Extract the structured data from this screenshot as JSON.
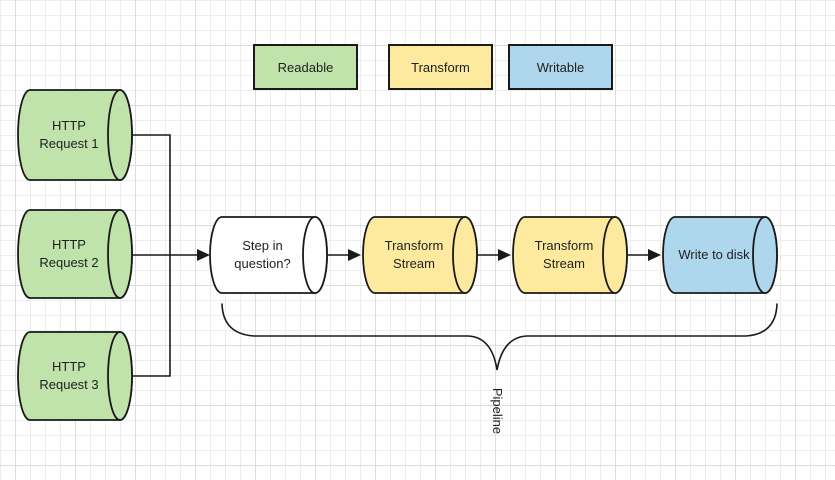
{
  "diagram": {
    "legend": {
      "items": {
        "readable": {
          "label": "Readable"
        },
        "transform": {
          "label": "Transform"
        },
        "writable": {
          "label": "Writable"
        }
      }
    },
    "nodes": {
      "http1": {
        "label": "HTTP\nRequest 1",
        "type": "readable"
      },
      "http2": {
        "label": "HTTP\nRequest 2",
        "type": "readable"
      },
      "http3": {
        "label": "HTTP\nRequest 3",
        "type": "readable"
      },
      "step": {
        "label": "Step in\nquestion?",
        "type": "unassigned"
      },
      "transform1": {
        "label": "Transform\nStream",
        "type": "transform"
      },
      "transform2": {
        "label": "Transform\nStream",
        "type": "transform"
      },
      "write": {
        "label": "Write to disk",
        "type": "writable"
      }
    },
    "annotations": {
      "pipeline": "Pipeline"
    },
    "colors": {
      "readable": "#c0e3ab",
      "transform": "#fdea9f",
      "writable": "#aed6ec",
      "unassigned": "#ffffff",
      "stroke": "#1a1a1a",
      "grid_minor": "#ededed",
      "grid_major": "#dcdcdc"
    }
  }
}
